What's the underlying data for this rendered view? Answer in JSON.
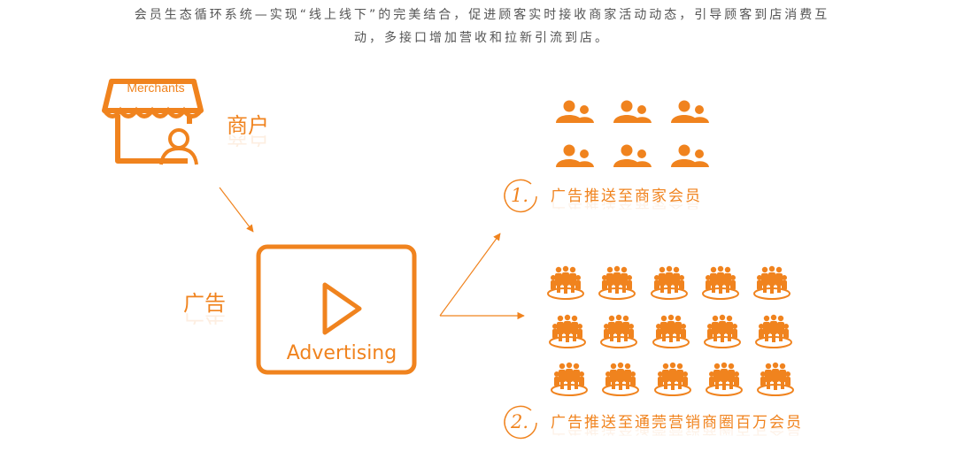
{
  "intro": {
    "line1": "会员生态循环系统—实现“线上线下”的完美结合，促进顾客实时接收商家活动动态，引导顾客到店消费互",
    "line2": "动，多接口增加营收和拉新引流到店。"
  },
  "merchant": {
    "awning_text": "Merchants",
    "label": "商户"
  },
  "advertising": {
    "box_text": "Advertising",
    "label": "广告"
  },
  "steps": [
    {
      "number": "1.",
      "text": "广告推送至商家会员"
    },
    {
      "number": "2.",
      "text": "广告推送至通莞营销商圈百万会员"
    }
  ],
  "colors": {
    "accent": "#f0831e",
    "text": "#555555"
  }
}
